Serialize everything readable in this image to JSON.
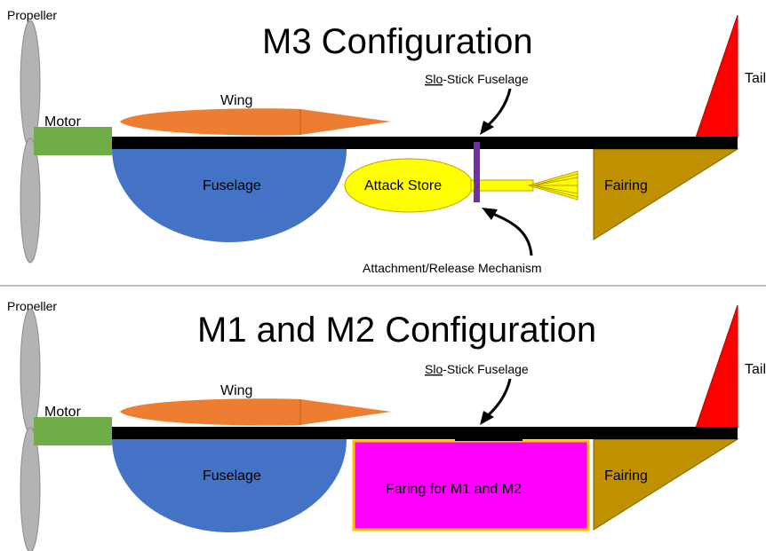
{
  "panel_top": {
    "title": "M3 Configuration",
    "propeller": "Propeller",
    "motor": "Motor",
    "wing": "Wing",
    "fuselage": "Fuselage",
    "slo_stick_prefix": "Slo",
    "slo_stick_rest": "-Stick Fuselage",
    "attack_store": "Attack Store",
    "fairing": "Fairing",
    "tail": "Tail",
    "mechanism": "Attachment/Release Mechanism"
  },
  "panel_bottom": {
    "title": "M1 and M2 Configuration",
    "propeller": "Propeller",
    "motor": "Motor",
    "wing": "Wing",
    "fuselage": "Fuselage",
    "slo_stick_prefix": "Slo",
    "slo_stick_rest": "-Stick Fuselage",
    "faring_box": "Faring for M1 and M2",
    "fairing": "Fairing",
    "tail": "Tail"
  },
  "colors": {
    "propeller": "#b3b3b3",
    "motor": "#70ad47",
    "wing": "#ed7d31",
    "fuselage": "#4472c4",
    "boom": "#000000",
    "attack_store": "#ffff00",
    "mechanism": "#7030a0",
    "fairing": "#bf9000",
    "tail": "#ff0000",
    "faring_box": "#ff00ff",
    "faring_box_border": "#ffc000"
  }
}
